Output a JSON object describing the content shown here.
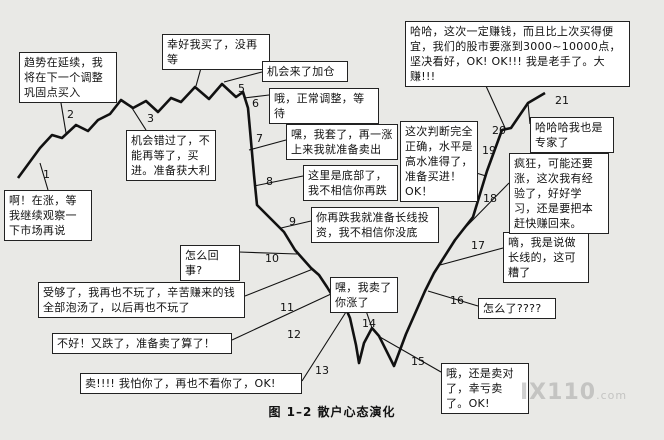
{
  "caption": "图 1–2   散户心态演化",
  "watermark": {
    "main": "IX110",
    "suffix": ".com"
  },
  "colors": {
    "background": "#e9e9e6",
    "box_fill": "#ffffff",
    "line": "#111111"
  },
  "stages": [
    {
      "n": "1",
      "text": "啊！在涨，等我继续观察一下市场再说"
    },
    {
      "n": "2",
      "text": "趋势在延续，我将在下一个调整巩固点买入"
    },
    {
      "n": "3",
      "text": "机会错过了，不能再等了，买进。准备获大利"
    },
    {
      "n": "4",
      "text": "幸好我买了，没再等"
    },
    {
      "n": "5",
      "text": "机会来了加仓"
    },
    {
      "n": "6",
      "text": "哦，正常调整，等待"
    },
    {
      "n": "7",
      "text": "嘿，我套了，再一涨上来我就准备卖出"
    },
    {
      "n": "8",
      "text": "这里是底部了，我不相信你再跌"
    },
    {
      "n": "9",
      "text": "你再跌我就准备长线投资，我不相信你没底"
    },
    {
      "n": "10",
      "text": "怎么回事?"
    },
    {
      "n": "11",
      "text": "受够了，我再也不玩了，辛苦赚来的钱全部泡汤了，以后再也不玩了"
    },
    {
      "n": "12",
      "text": "不好！又跌了，准备卖了算了！"
    },
    {
      "n": "13",
      "text": "卖!!!! 我怕你了，再也不看你了，OK!"
    },
    {
      "n": "14",
      "text": "嘿，我卖了你涨了"
    },
    {
      "n": "15",
      "text": "哦，还是卖对了，幸亏卖了。OK!"
    },
    {
      "n": "16",
      "text": "怎么了????"
    },
    {
      "n": "17",
      "text": "嘀，我是说做长线的，这可糟了"
    },
    {
      "n": "18",
      "text": "疯狂，可能还要涨，这次我有经验了，好好学习，还是要把本赶快赚回来。"
    },
    {
      "n": "19",
      "text": "这次判断完全正确，水平是高水准得了，准备买进！OK！"
    },
    {
      "n": "20",
      "text": "哈哈，这次一定赚钱，而且比上次买得便宜，我们的股市要涨到3000~10000点，坚决看好，OK! OK!!! 我是老手了。大赚!!!"
    },
    {
      "n": "21",
      "text": "哈哈哈我也是专家了"
    }
  ]
}
